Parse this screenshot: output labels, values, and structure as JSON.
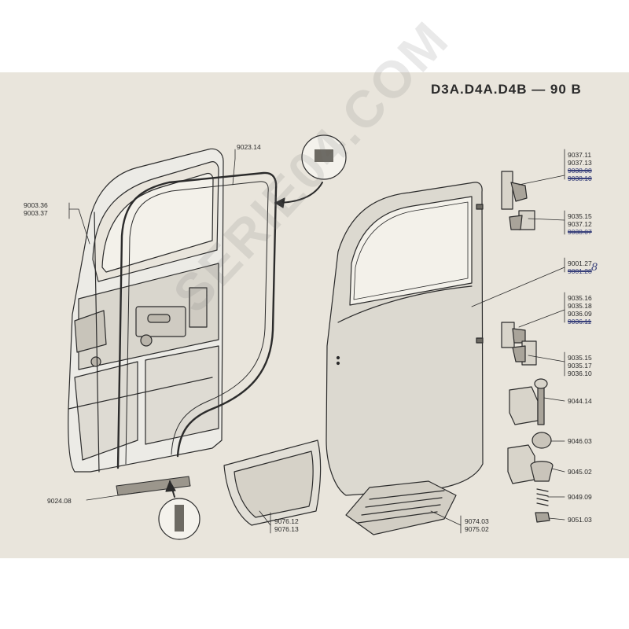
{
  "title": "D3A.D4A.D4B — 90 B",
  "watermark": "SERIE04.COM",
  "handwritten_note": "8",
  "colors": {
    "sheet": "#e9e5dc",
    "ink": "#2a2a2a",
    "pen": "#38407a"
  },
  "labels": {
    "door_frame_left": [
      "9003.36",
      "9003.37"
    ],
    "seal_top": [
      "9023.14"
    ],
    "seal_bottom": [
      "9024.08"
    ],
    "trim_panel": [
      "9076.12",
      "9076.13"
    ],
    "step_mat": [
      "9074.03",
      "9075.02"
    ],
    "hinge_upper_a": [
      "9037.11",
      "9037.13",
      "9038.08",
      "9038.10"
    ],
    "hinge_upper_b": [
      "9035.15",
      "9037.12",
      "9038.07"
    ],
    "door_panel": [
      "9001.27",
      "9001.28"
    ],
    "hinge_lower_a": [
      "9035.16",
      "9035.18",
      "9036.09",
      "9036.11"
    ],
    "hinge_lower_b": [
      "9035.15",
      "9035.17",
      "9036.10"
    ],
    "hinge_pin": [
      "9044.14"
    ],
    "ball": [
      "9046.03"
    ],
    "cup": [
      "9045.02"
    ],
    "spring": [
      "9049.09"
    ],
    "nut": [
      "9051.03"
    ]
  }
}
